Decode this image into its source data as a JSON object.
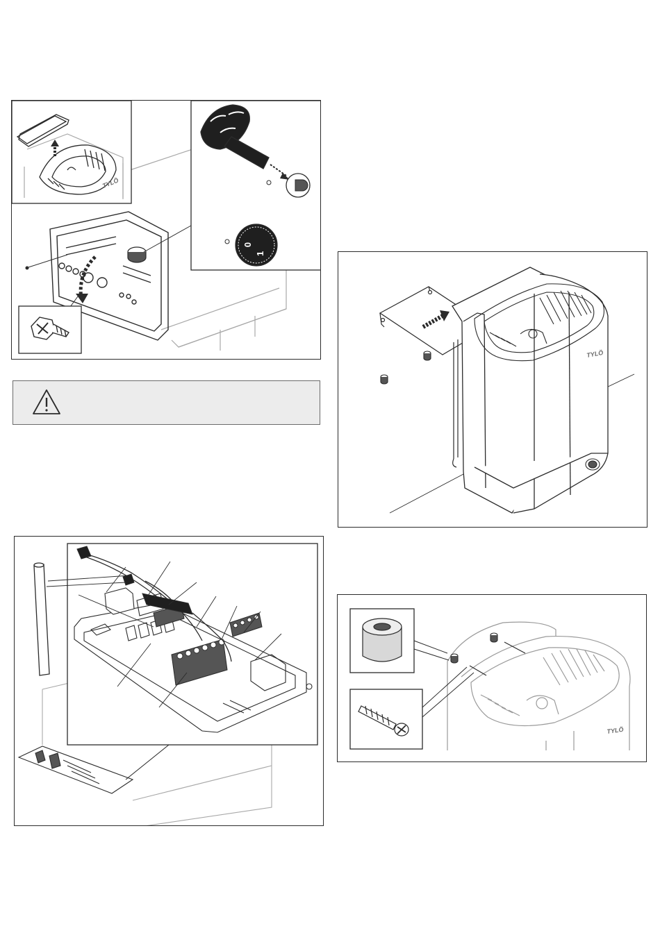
{
  "figure_knob": {
    "knob_off_label": "0",
    "knob_on_label": "1"
  },
  "figure_mounting": {
    "brand_label": "TYLÖ"
  },
  "figure_spacers": {
    "brand_label": "TYLÖ"
  },
  "figure_wiring": {},
  "warning": {
    "icon": "warning-triangle-icon"
  },
  "colors": {
    "line": "#2b2b2b",
    "light_line": "#9a9a9a",
    "warning_bg": "#ececec"
  }
}
